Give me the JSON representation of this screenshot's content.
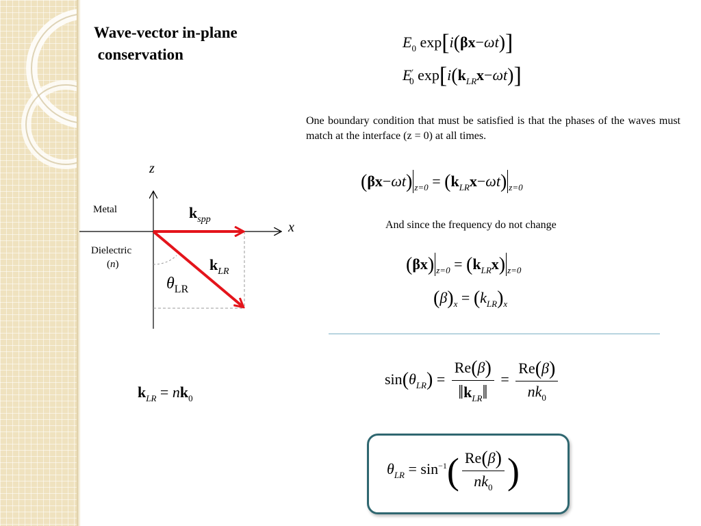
{
  "slide": {
    "title_line1": "Wave-vector in-plane",
    "title_line2": " conservation",
    "accent_color": "#2f6770"
  },
  "equations": {
    "incident": {
      "amp": "E",
      "amp_sub": "0",
      "fn": "exp",
      "unit": "i",
      "vec": "β",
      "x": "x",
      "minus": "−",
      "omega": "ω",
      "t": "t"
    },
    "transmitted": {
      "amp": "E",
      "amp_sup": "′",
      "amp_sub": "0",
      "fn": "exp",
      "unit": "i",
      "vec": "k",
      "vec_sub": "LR",
      "x": "x",
      "minus": "−",
      "omega": "ω",
      "t": "t"
    }
  },
  "paragraph": "One boundary condition that must be satisfied is that the phases of the waves must match at the interface (z = 0) at all times.",
  "phase_match": {
    "lhs_vec": "β",
    "x": "x",
    "minus": "−",
    "omega": "ω",
    "t": "t",
    "eval_sub": "z=0",
    "equals": "=",
    "rhs_vec": "k",
    "rhs_vec_sub": "LR"
  },
  "frequency_note": "And since the frequency do not change",
  "spatial_match": {
    "lhs_vec": "β",
    "x": "x",
    "eval_sub": "z=0",
    "equals": "=",
    "rhs_vec": "k",
    "rhs_vec_sub": "LR"
  },
  "component_match": {
    "lhs": "β",
    "lhs_sub": "x",
    "equals": "=",
    "rhs": "k",
    "rhs_k_sub": "LR",
    "rhs_sub": "x"
  },
  "sine_relation": {
    "fn": "sin",
    "theta": "θ",
    "theta_sub": "LR",
    "equals": "=",
    "frac1_num": "Re",
    "frac1_beta": "β",
    "frac1_den_vec": "k",
    "frac1_den_sub": "LR",
    "frac2_num": "Re",
    "frac2_beta": "β",
    "frac2_den_n": "n",
    "frac2_den_k": "k",
    "frac2_den_sub": "0"
  },
  "result": {
    "theta": "θ",
    "theta_sub": "LR",
    "equals": "=",
    "fn": "sin",
    "fn_sup": "−1",
    "num": "Re",
    "beta": "β",
    "den_n": "n",
    "den_k": "k",
    "den_sub": "0"
  },
  "k_relation": {
    "k": "k",
    "k_sub": "LR",
    "equals": "=",
    "n": "n",
    "k0": "k",
    "k0_sub": "0"
  },
  "diagram": {
    "z_label": "z",
    "x_label": "x",
    "metal_label": "Metal",
    "dielectric_label": "Dielectric",
    "dielectric_n_open": "(",
    "dielectric_n": "n",
    "dielectric_n_close": ")",
    "kspp_k": "k",
    "kspp_sub": "spp",
    "klr_k": "k",
    "klr_sub": "LR",
    "theta": "θ",
    "theta_sub": "LR",
    "arrow_color": "#e4141b"
  }
}
